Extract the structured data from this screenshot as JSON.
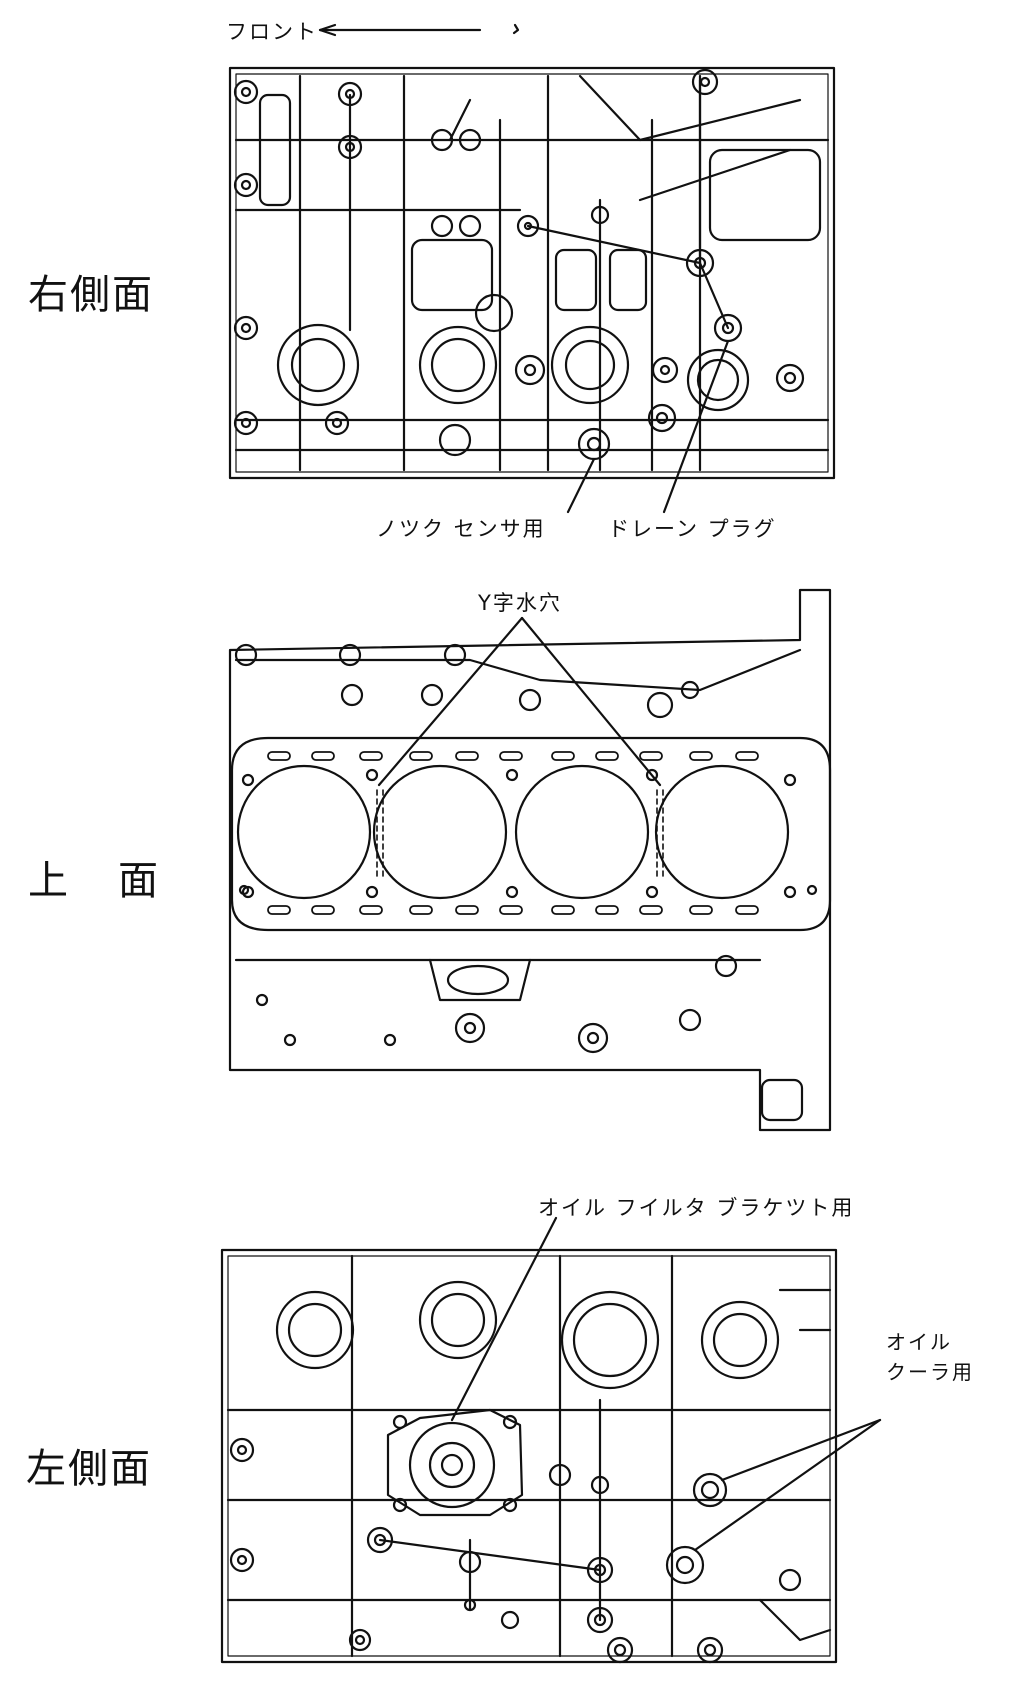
{
  "header": {
    "front_label": "フロント"
  },
  "views": {
    "right_side": {
      "title": "右側面",
      "callouts": {
        "knock": "ノツク センサ用",
        "drain": "ドレーン プラグ"
      }
    },
    "top": {
      "title_a": "上",
      "title_b": "面",
      "callouts": {
        "y_hole": "Y字水穴"
      }
    },
    "left_side": {
      "title": "左側面",
      "callouts": {
        "filter": "オイル フイルタ ブラケツト用",
        "cooler_1": "オイル",
        "cooler_2": "クーラ用"
      }
    }
  },
  "colors": {
    "ink": "#111111",
    "paper": "#ffffff"
  }
}
